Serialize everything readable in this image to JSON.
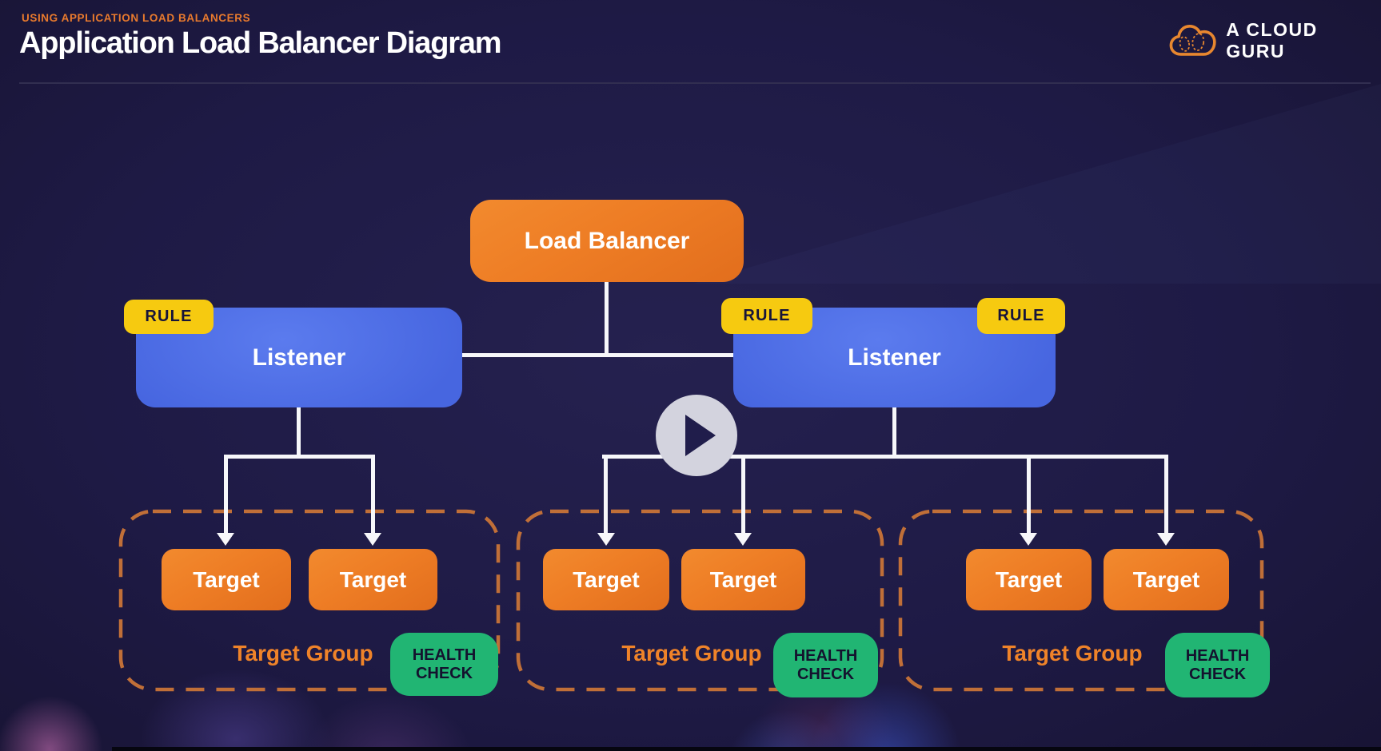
{
  "header": {
    "eyebrow": "USING APPLICATION LOAD BALANCERS",
    "title": "Application Load Balancer Diagram"
  },
  "brand": {
    "name": "A CLOUD GURU"
  },
  "diagram": {
    "load_balancer": {
      "label": "Load Balancer"
    },
    "listeners": [
      {
        "label": "Listener",
        "rules": [
          "RULE"
        ]
      },
      {
        "label": "Listener",
        "rules": [
          "RULE",
          "RULE"
        ]
      }
    ],
    "target_groups": [
      {
        "label": "Target Group",
        "health_check": "HEALTH CHECK",
        "targets": [
          "Target",
          "Target"
        ]
      },
      {
        "label": "Target Group",
        "health_check": "HEALTH CHECK",
        "targets": [
          "Target",
          "Target"
        ]
      },
      {
        "label": "Target Group",
        "health_check": "HEALTH CHECK",
        "targets": [
          "Target",
          "Target"
        ]
      }
    ]
  },
  "colors": {
    "background": "#1E1A45",
    "accent_orange": "#EE7D25",
    "listener_blue": "#4E6FE4",
    "rule_yellow": "#F6CA10",
    "health_green": "#21B573",
    "group_outline_orange": "#C06F38",
    "group_label_orange": "#EF8329",
    "connector_white": "#FFFFFF",
    "header_eyebrow_orange": "#E97A2D"
  }
}
